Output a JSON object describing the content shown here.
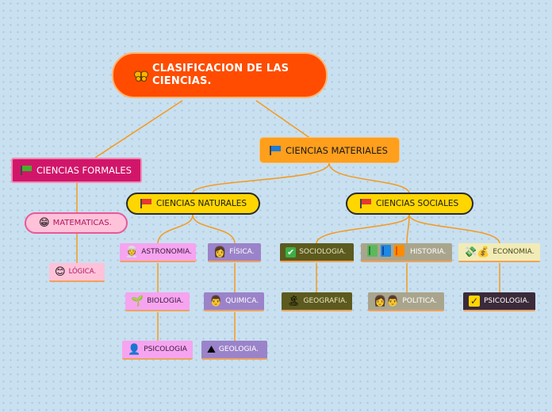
{
  "central": {
    "title": "CLASIFICACION DE LAS CIENCIAS.",
    "icon": "butterfly-icon"
  },
  "formales": {
    "label": "CIENCIAS FORMALES",
    "icon": "green-flag-icon",
    "children": [
      {
        "label": "MATEMATICAS.",
        "icon": "grin-emoji-icon"
      },
      {
        "label": "LÓGICA.",
        "icon": "smile-emoji-icon"
      }
    ]
  },
  "materiales": {
    "label": "CIENCIAS MATERIALES",
    "icon": "blue-flag-icon"
  },
  "naturales": {
    "label": "CIENCIAS NATURALES",
    "icon": "red-flag-icon",
    "children": [
      {
        "label": "ASTRONOMIA.",
        "icon": "astronomer-icon"
      },
      {
        "label": "BIOLOGIA.",
        "icon": "plant-icon"
      },
      {
        "label": "PSICOLOGIA",
        "icon": "head-icon"
      },
      {
        "label": "FÍSICA.",
        "icon": "scientist-icon"
      },
      {
        "label": "QUIMICA.",
        "icon": "chemist-icon"
      },
      {
        "label": "GEOLOGIA.",
        "icon": "mountain-icon"
      }
    ]
  },
  "sociales": {
    "label": "CIENCIAS SOCIALES",
    "icon": "red-flag-icon",
    "children": [
      {
        "label": "SOCIOLOGIA.",
        "icon": "check-icon"
      },
      {
        "label": "GEOGRAFIA.",
        "icon": "island-icon"
      },
      {
        "label": "HISTORIA.",
        "icon": "books-icon"
      },
      {
        "label": "POLITICA.",
        "icon": "people-icon"
      },
      {
        "label": "ECONOMIA.",
        "icon": "money-icon"
      },
      {
        "label": "PSICOLOGIA.",
        "icon": "checkbox-icon"
      }
    ]
  },
  "colors": {
    "central": "#ff4c00",
    "formales": "#d1166a",
    "materiales": "#ff9f1c",
    "naturales_sociales": "#ffd600",
    "connector": "#f59a1e"
  }
}
